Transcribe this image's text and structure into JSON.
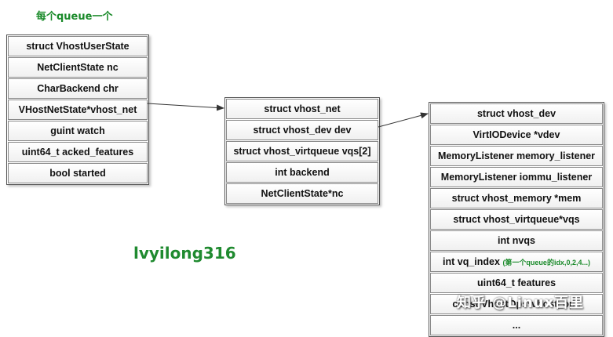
{
  "caption": "每个queue一个",
  "author": "lvyilong316",
  "watermark": "知乎 @Linux百里",
  "structs": {
    "vhost_user_state": {
      "fields": [
        "struct VhostUserState",
        "NetClientState nc",
        "CharBackend chr",
        "VHostNetState*vhost_net",
        "guint watch",
        "uint64_t acked_features",
        "bool started"
      ]
    },
    "vhost_net": {
      "fields": [
        "struct vhost_net",
        "struct vhost_dev dev",
        "struct vhost_virtqueue vqs[2]",
        "int backend",
        "NetClientState*nc"
      ]
    },
    "vhost_dev": {
      "fields": [
        "struct vhost_dev",
        "VirtIODevice *vdev",
        "MemoryListener memory_listener",
        "MemoryListener iommu_listener",
        "struct vhost_memory *mem",
        "struct vhost_virtqueue*vqs",
        "int nvqs"
      ],
      "vq_index": {
        "label": "int vq_index",
        "note": "(第一个queue的idx,0,2,4...)"
      },
      "fields_after": [
        "uint64_t features",
        "const VhostOps*vhost_ops",
        "..."
      ]
    }
  },
  "colors": {
    "note_green": "#1a8a2a",
    "border": "#555555"
  }
}
